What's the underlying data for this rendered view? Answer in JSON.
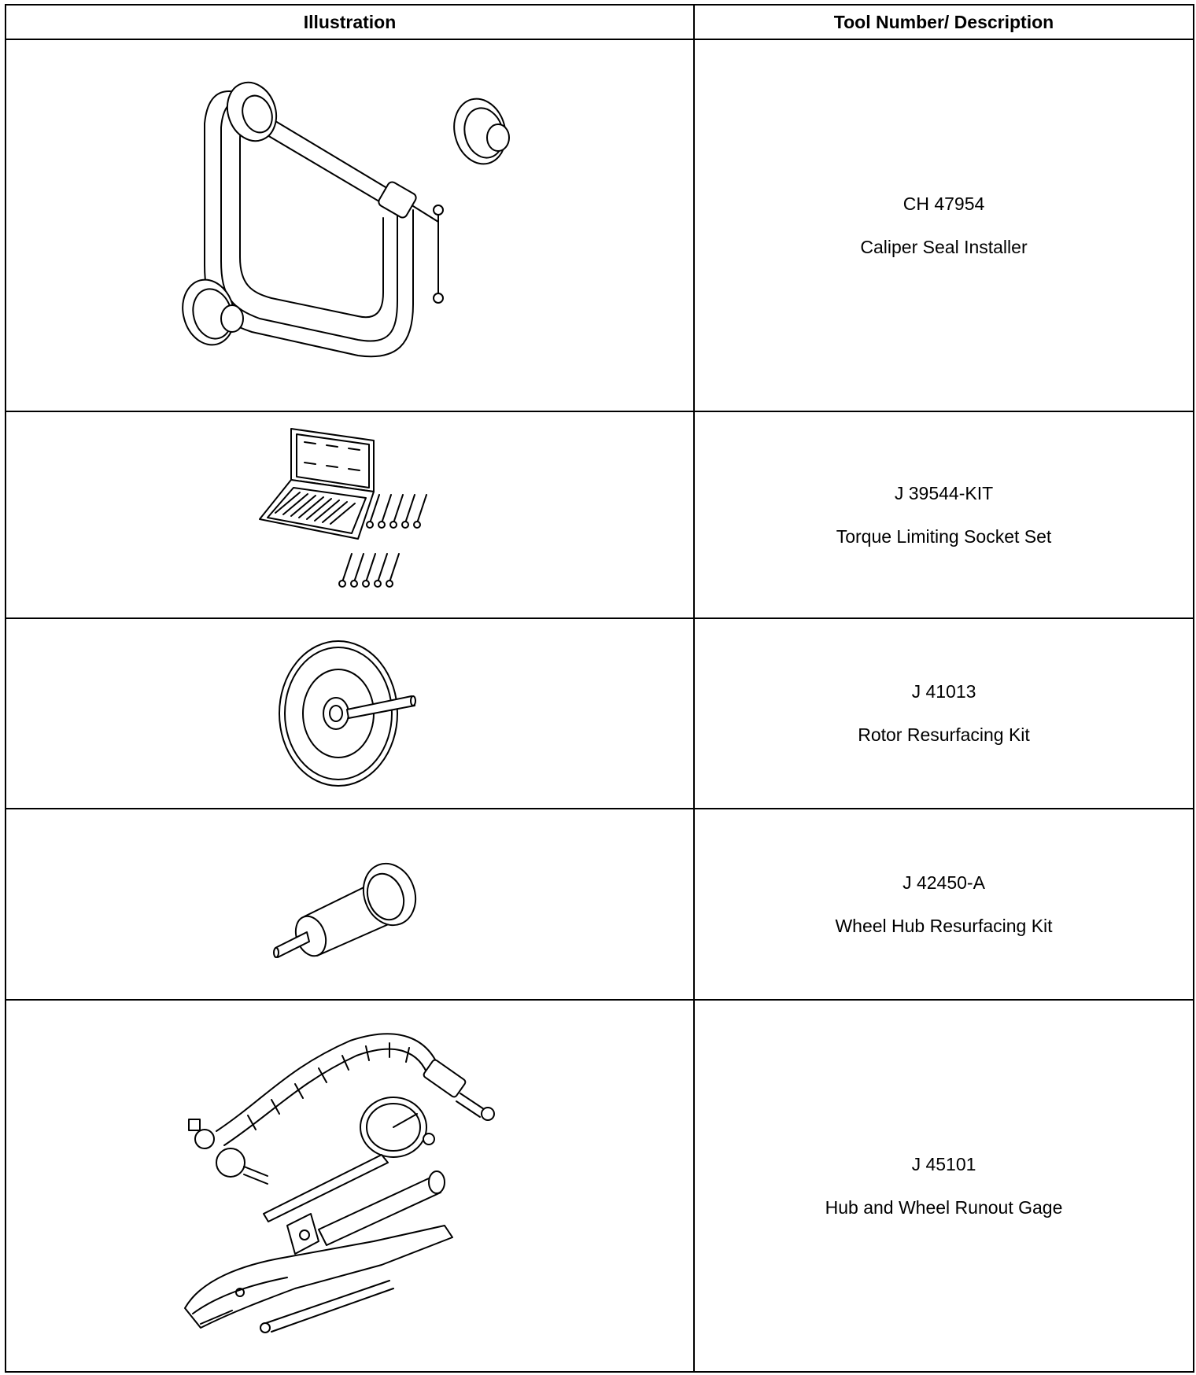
{
  "table": {
    "headers": {
      "illustration": "Illustration",
      "description": "Tool Number/ Description"
    },
    "rows": [
      {
        "tool_number": "CH 47954",
        "description": "Caliper Seal Installer",
        "icon": "c-clamp-seal-installer-icon"
      },
      {
        "tool_number": "J 39544-KIT",
        "description": "Torque Limiting Socket Set",
        "icon": "socket-set-case-icon"
      },
      {
        "tool_number": "J 41013",
        "description": "Rotor Resurfacing Kit",
        "icon": "rotor-disc-icon"
      },
      {
        "tool_number": "J 42450-A",
        "description": "Wheel Hub Resurfacing Kit",
        "icon": "hub-cylinder-icon"
      },
      {
        "tool_number": "J 45101",
        "description": "Hub and Wheel Runout Gage",
        "icon": "dial-gauge-flex-arm-icon"
      }
    ]
  }
}
